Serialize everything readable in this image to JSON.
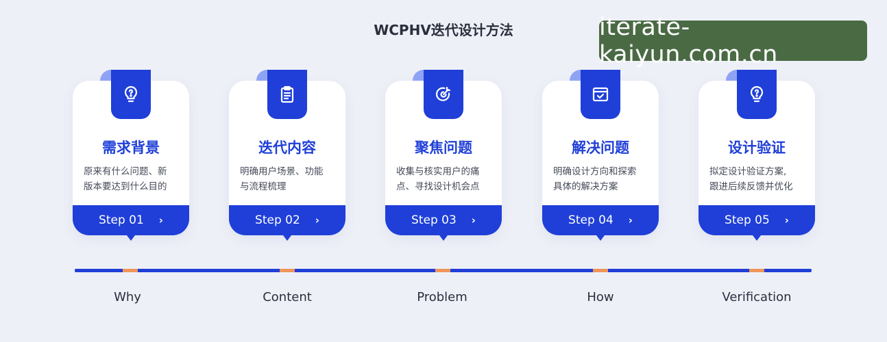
{
  "title": "WCPHV迭代设计方法",
  "watermark": "iterate-kaiyun.com.cn",
  "colors": {
    "accent": "#1f3fd8",
    "tick": "#f0955a",
    "background": "#eef0f7"
  },
  "cards": [
    {
      "icon": "lightbulb-question-icon",
      "title": "需求背景",
      "desc_lines": [
        "原来有什么问题、新",
        "版本要达到什么目的"
      ],
      "step": "Step 01",
      "label": "Why"
    },
    {
      "icon": "clipboard-icon",
      "title": "迭代内容",
      "desc_lines": [
        "明确用户场景、功能",
        "与流程梳理"
      ],
      "step": "Step 02",
      "label": "Content"
    },
    {
      "icon": "target-icon",
      "title": "聚焦问题",
      "desc_lines": [
        "收集与核实用户的痛",
        "点、寻找设计机会点"
      ],
      "step": "Step 03",
      "label": "Problem"
    },
    {
      "icon": "browser-check-icon",
      "title": "解决问题",
      "desc_lines": [
        "明确设计方向和探索",
        "具体的解决方案"
      ],
      "step": "Step 04",
      "label": "How"
    },
    {
      "icon": "lightbulb-question-icon",
      "title": "设计验证",
      "desc_lines": [
        "拟定设计验证方案,",
        "跟进后续反馈并优化"
      ],
      "step": "Step 05",
      "label": "Verification"
    }
  ],
  "chevron": "›"
}
